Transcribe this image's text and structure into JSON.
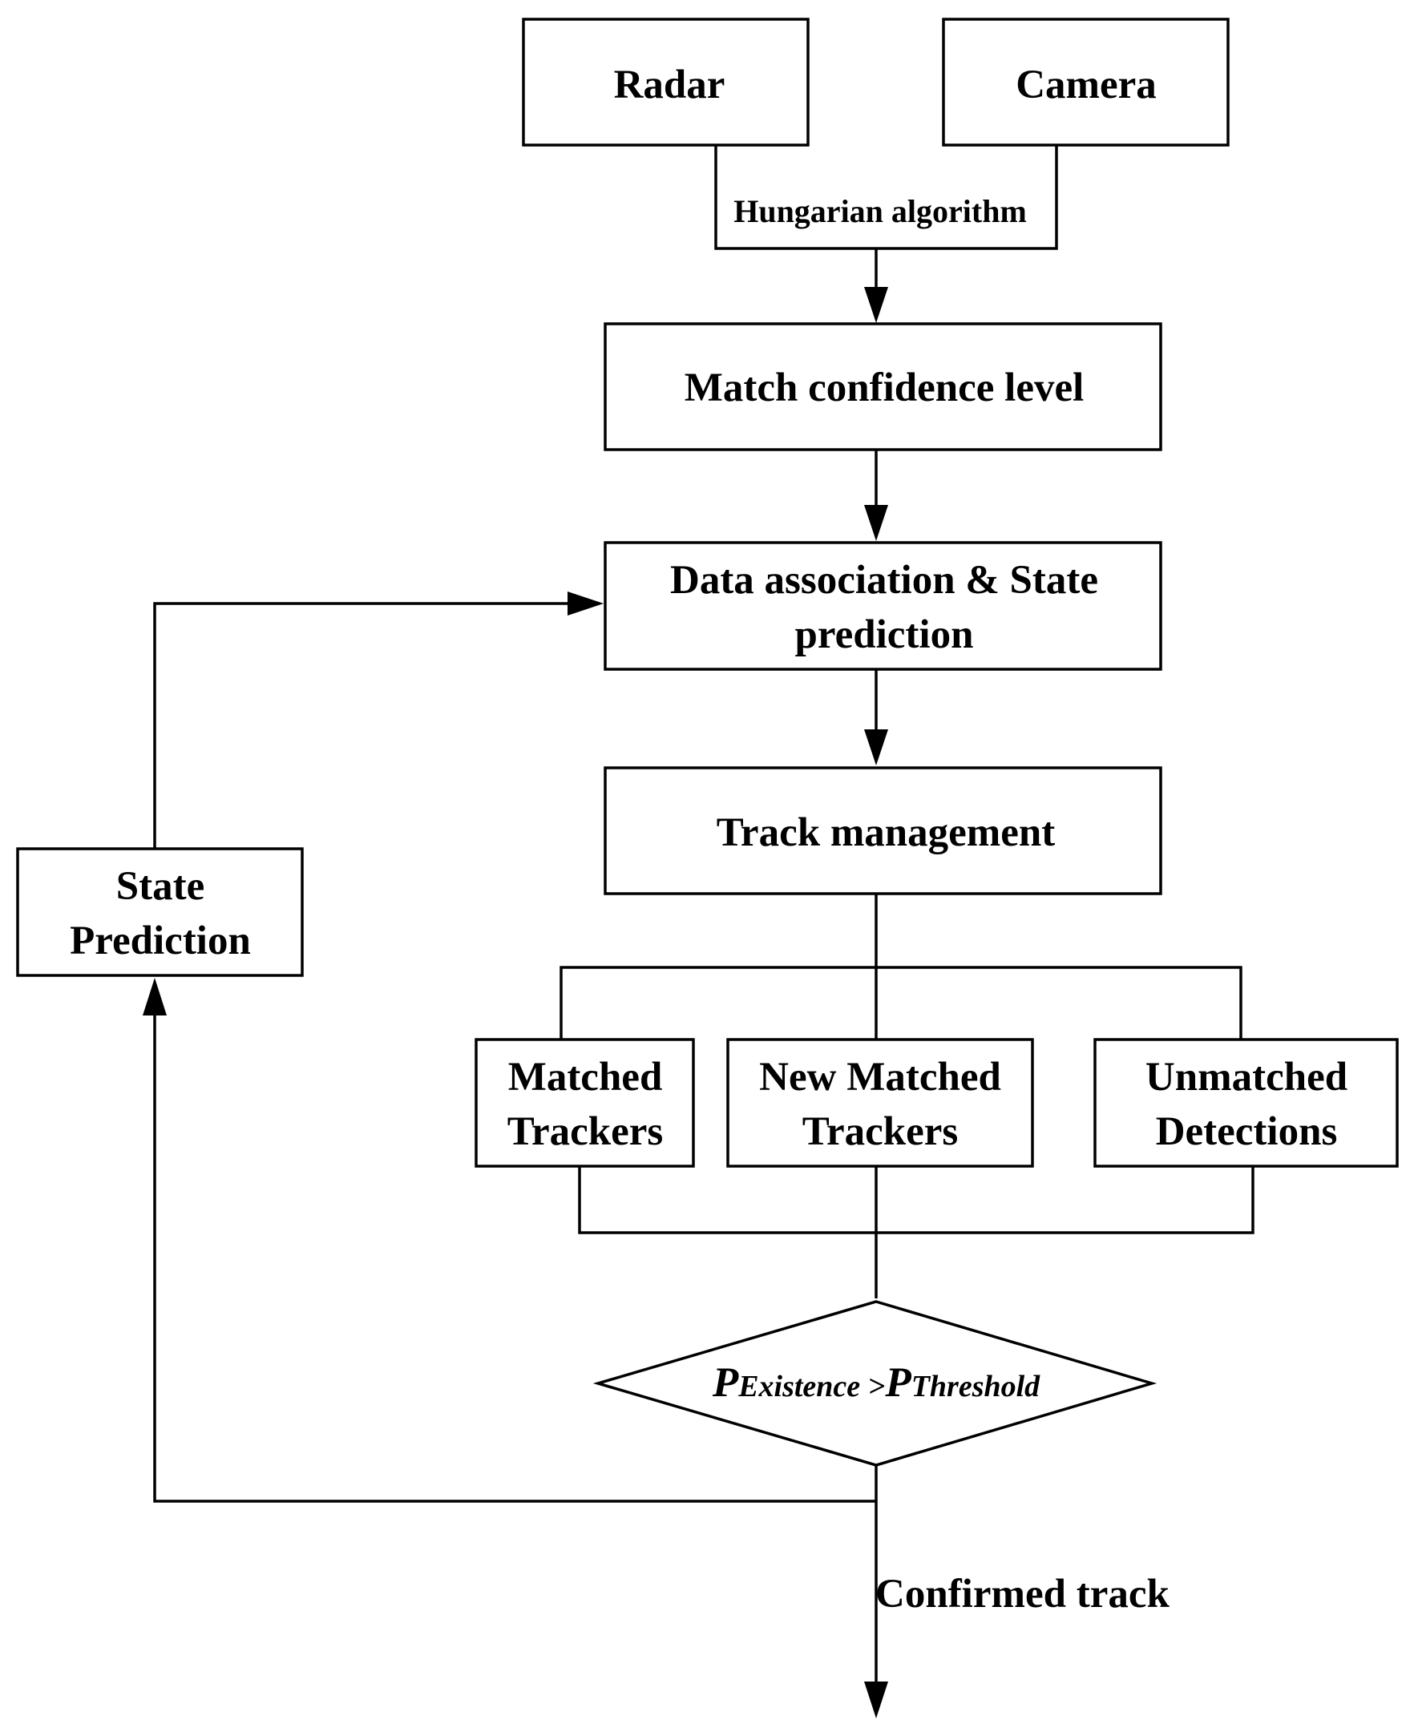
{
  "nodes": {
    "radar": "Radar",
    "camera": "Camera",
    "hungarian": "Hungarian algorithm",
    "match_conf": "Match confidence level",
    "data_assoc_1": "Data association & State",
    "data_assoc_2": "prediction",
    "track_mgmt": "Track management",
    "state_pred_1": "State",
    "state_pred_2": "Prediction",
    "matched_1": "Matched",
    "matched_2": "Trackers",
    "new_matched_1": "New Matched",
    "new_matched_2": "Trackers",
    "unmatched_1": "Unmatched",
    "unmatched_2": "Detections",
    "condition": {
      "p1": "P",
      "sub1": "Existence",
      "gt": " >",
      "p2": "P",
      "sub2": "Threshold"
    },
    "confirmed": "Confirmed track"
  }
}
